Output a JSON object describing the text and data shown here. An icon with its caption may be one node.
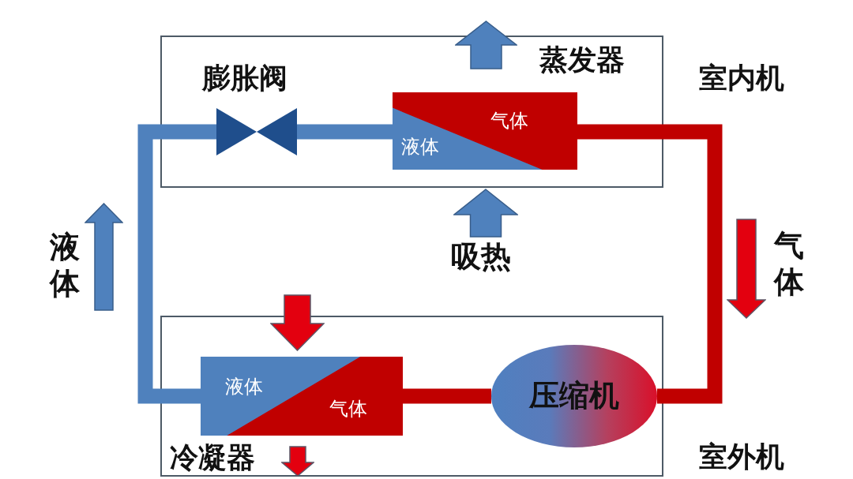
{
  "diagram": {
    "nodes": [
      {
        "text": [
          "室内机"
        ]
      },
      {
        "text": [
          "膨胀阀"
        ],
        "in": 0
      },
      {
        "text": [
          "蒸发器",
          "气体",
          "液体"
        ],
        "in": 0
      },
      {
        "text": [
          "室外机"
        ]
      },
      {
        "text": [
          "液体",
          "气体",
          "冷凝器"
        ],
        "in": 3
      },
      {
        "text": [
          "压缩机"
        ],
        "in": 3
      }
    ],
    "edges": [
      {
        "from": 1,
        "to": 2,
        "arrow": "none",
        "color": "#4f81bd"
      },
      {
        "from": 2,
        "to": 5,
        "arrow": "none",
        "color": "#c00000"
      },
      {
        "from": 5,
        "to": 4,
        "arrow": "none",
        "color": "#c00000"
      },
      {
        "from": 4,
        "to": 1,
        "arrow": "none",
        "color": "#4f81bd"
      }
    ],
    "labels": [
      "液体",
      "吸热",
      "气体"
    ]
  }
}
